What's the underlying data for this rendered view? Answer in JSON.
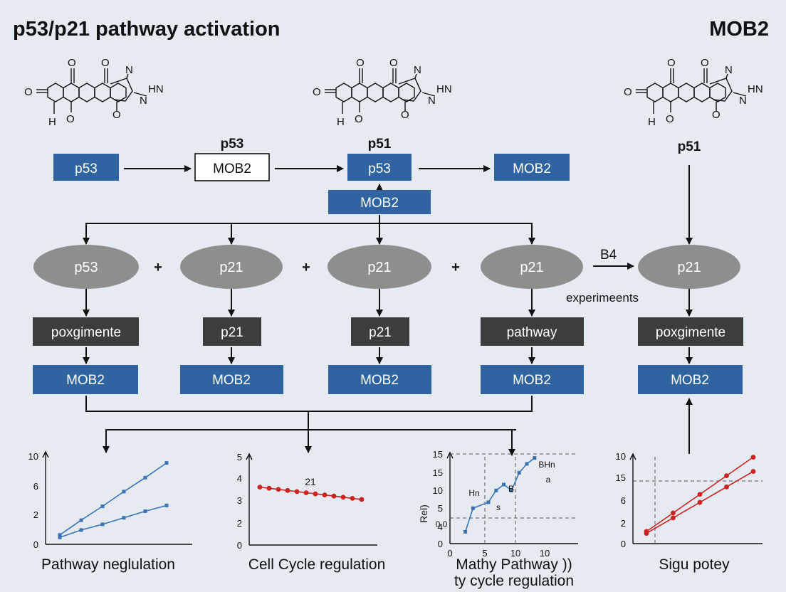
{
  "title": "p53/p21 pathway activation",
  "top_right_label": "MOB2",
  "molecule": {
    "atoms": [
      "O",
      "O",
      "O",
      "N",
      "HN",
      "N",
      "O",
      "H",
      "O"
    ]
  },
  "row1": {
    "label_above_box2": "p53",
    "label_above_box3": "p51",
    "label_right": "p51",
    "boxes": [
      "p53",
      "MOB2",
      "p53",
      "MOB2"
    ],
    "sub_box": "MOB2"
  },
  "row2": {
    "ellipses": [
      "p53",
      "p21",
      "p21",
      "p21",
      "p21"
    ],
    "operators": [
      "+",
      "+",
      "+"
    ],
    "arrow_label": "B4",
    "caption": "experimeents"
  },
  "row3": {
    "dark_boxes": [
      "poxgimente",
      "p21",
      "p21",
      "pathway",
      "poxgimente"
    ],
    "blue_boxes": [
      "MOB2",
      "MOB2",
      "MOB2",
      "MOB2",
      "MOB2"
    ]
  },
  "colors": {
    "background": "#e6eaf1",
    "blue_box": "#2f64a0",
    "dark_box": "#3d3d3d",
    "ellipse": "#8e8e8e",
    "series_blue": "#3b73b5",
    "series_red": "#cc2222"
  },
  "chart_data": [
    {
      "type": "line",
      "caption": "Pathway neglulation",
      "yticks": [
        "10",
        "6",
        "2",
        "0"
      ],
      "xticks": [],
      "series": [
        {
          "values": [
            [
              1,
              0.8
            ],
            [
              2,
              2.6
            ],
            [
              3,
              4.3
            ],
            [
              4,
              6.1
            ],
            [
              5,
              7.8
            ],
            [
              6,
              9.6
            ]
          ]
        },
        {
          "values": [
            [
              1,
              0.5
            ],
            [
              2,
              1.4
            ],
            [
              3,
              2.1
            ],
            [
              4,
              2.9
            ],
            [
              5,
              3.7
            ],
            [
              6,
              4.4
            ]
          ]
        }
      ]
    },
    {
      "type": "line",
      "caption": "Cell Cycle regulation",
      "annotation": "21",
      "yticks": [
        "5",
        "4",
        "3",
        "2",
        "0"
      ],
      "xticks": [],
      "series": [
        {
          "values": [
            [
              1,
              3.6
            ],
            [
              2,
              3.55
            ],
            [
              3,
              3.5
            ],
            [
              4,
              3.45
            ],
            [
              5,
              3.4
            ],
            [
              6,
              3.35
            ],
            [
              7,
              3.3
            ],
            [
              8,
              3.25
            ],
            [
              9,
              3.2
            ],
            [
              10,
              3.15
            ],
            [
              11,
              3.1
            ],
            [
              12,
              3.05
            ]
          ]
        }
      ]
    },
    {
      "type": "line",
      "caption_lines": [
        "Mathy Pathway ))",
        "ty cycle regulation"
      ],
      "ylabel": "Rel)",
      "annotations": [
        "BHn",
        "Hn",
        "0.0",
        "B",
        "a",
        "s"
      ],
      "yticks": [
        "15",
        "15",
        "10",
        "5",
        "4",
        "0"
      ],
      "xticks": [
        "0",
        "5",
        "10",
        "10"
      ],
      "series": [
        {
          "values": [
            [
              2,
              2
            ],
            [
              3,
              6
            ],
            [
              5,
              7
            ],
            [
              6,
              9
            ],
            [
              7,
              10
            ],
            [
              8,
              9
            ],
            [
              9,
              12
            ],
            [
              10,
              13.5
            ],
            [
              11,
              14.5
            ]
          ]
        }
      ]
    },
    {
      "type": "line",
      "caption": "Sigu potey",
      "yticks": [
        "10",
        "15",
        "6",
        "2",
        "0"
      ],
      "xticks": [],
      "series": [
        {
          "values": [
            [
              1,
              1.5
            ],
            [
              2,
              4.5
            ],
            [
              3,
              7.5
            ],
            [
              4,
              10.5
            ],
            [
              5,
              13.5
            ]
          ]
        },
        {
          "values": [
            [
              1,
              1.2
            ],
            [
              2,
              3.7
            ],
            [
              3,
              6.2
            ],
            [
              4,
              8.7
            ],
            [
              5,
              11.2
            ]
          ]
        }
      ]
    }
  ]
}
